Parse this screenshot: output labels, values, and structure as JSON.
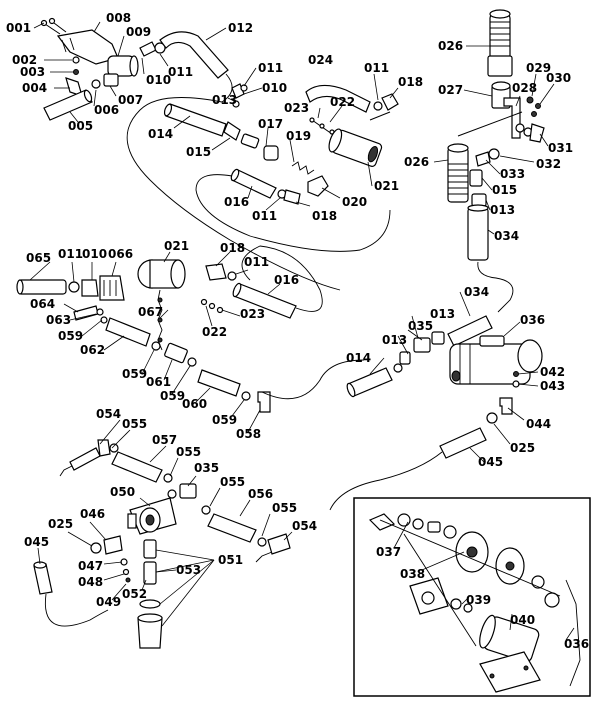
{
  "labels": {
    "l001": "001",
    "l002": "002",
    "l003": "003",
    "l004": "004",
    "l005": "005",
    "l006": "006",
    "l007": "007",
    "l008": "008",
    "l009": "009",
    "l010a": "010",
    "l011a": "011",
    "l012": "012",
    "l011b": "011",
    "l013a": "013",
    "l010b": "010",
    "l024": "024",
    "l011c": "011",
    "l018a": "018",
    "l023a": "023",
    "l022a": "022",
    "l014a": "014",
    "l017": "017",
    "l015a": "015",
    "l019": "019",
    "l016a": "016",
    "l011d": "011",
    "l018b": "018",
    "l020": "020",
    "l021a": "021",
    "l026a": "026",
    "l027": "027",
    "l028": "028",
    "l029": "029",
    "l030": "030",
    "l031": "031",
    "l026b": "026",
    "l032": "032",
    "l033": "033",
    "l015b": "015",
    "l013b": "013",
    "l034a": "034",
    "l065": "065",
    "l011e": "011",
    "l010c": "010",
    "l066": "066",
    "l021b": "021",
    "l018c": "018",
    "l011f": "011",
    "l016b": "016",
    "l064": "064",
    "l063": "063",
    "l059a": "059",
    "l062": "062",
    "l067": "067",
    "l022b": "022",
    "l023b": "023",
    "l034b": "034",
    "l013c": "013",
    "l035a": "035",
    "l036a": "036",
    "l059b": "059",
    "l061": "061",
    "l059c": "059",
    "l060": "060",
    "l014b": "014",
    "l013d": "013",
    "l042": "042",
    "l043": "043",
    "l059d": "059",
    "l058": "058",
    "l054a": "054",
    "l055a": "055",
    "l057": "057",
    "l044": "044",
    "l025a": "025",
    "l045a": "045",
    "l055b": "055",
    "l035b": "035",
    "l050": "050",
    "l055c": "055",
    "l056": "056",
    "l046": "046",
    "l025b": "025",
    "l055d": "055",
    "l054b": "054",
    "l045b": "045",
    "l047": "047",
    "l048": "048",
    "l049": "049",
    "l052": "052",
    "l053": "053",
    "l051": "051",
    "l037": "037",
    "l038": "038",
    "l039": "039",
    "l040": "040",
    "l036b": "036"
  }
}
